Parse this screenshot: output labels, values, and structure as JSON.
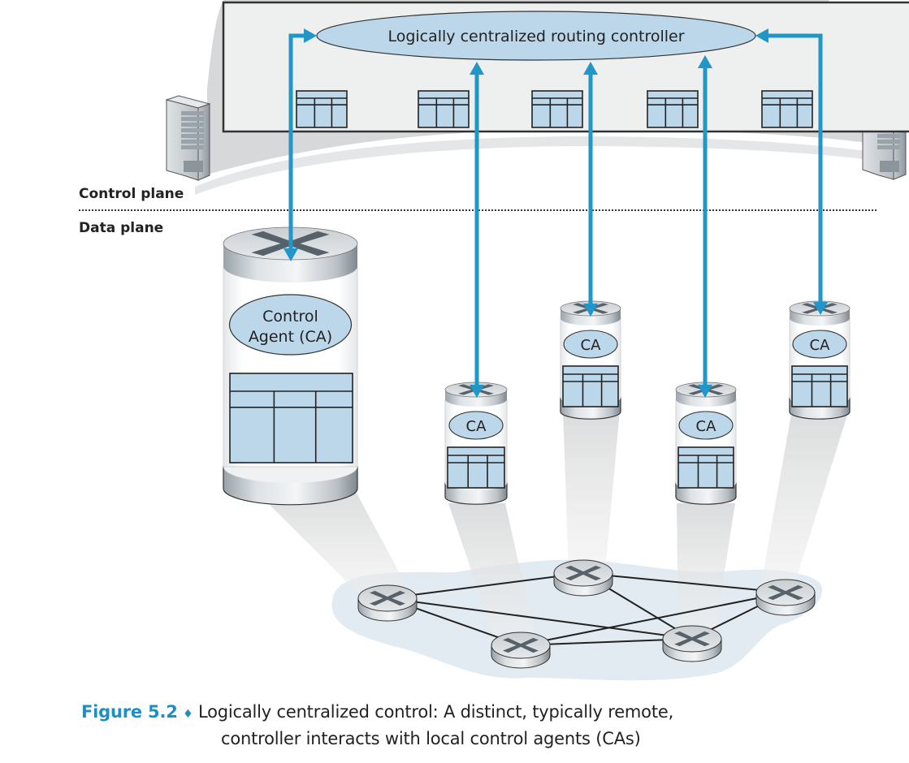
{
  "figure": {
    "number_label": "Figure 5.2",
    "separator": "♦",
    "caption_line1": "Logically centralized control: A distinct, typically remote,",
    "caption_line2": "controller interacts with local control agents (CAs)"
  },
  "controller": {
    "label": "Logically centralized routing controller",
    "table_count": 5
  },
  "planes": {
    "control": "Control plane",
    "data": "Data plane"
  },
  "agents": [
    {
      "id": "main",
      "line1": "Control",
      "line2": "Agent (CA)"
    },
    {
      "id": "ca1",
      "label": "CA"
    },
    {
      "id": "ca2",
      "label": "CA"
    },
    {
      "id": "ca3",
      "label": "CA"
    },
    {
      "id": "ca4",
      "label": "CA"
    }
  ],
  "network": {
    "routers": [
      "r-left",
      "r-top",
      "r-right",
      "r-bottom-mid",
      "r-bottom-right"
    ],
    "links": [
      [
        "r-left",
        "r-top"
      ],
      [
        "r-left",
        "r-bottom-right"
      ],
      [
        "r-left",
        "r-bottom-mid"
      ],
      [
        "r-top",
        "r-right"
      ],
      [
        "r-top",
        "r-bottom-right"
      ],
      [
        "r-bottom-mid",
        "r-right"
      ],
      [
        "r-bottom-mid",
        "r-bottom-right"
      ],
      [
        "r-bottom-right",
        "r-right"
      ]
    ]
  },
  "colors": {
    "arrow": "#2196c8",
    "ellipse_fill": "#bcd7ea",
    "table_fill": "#bcd7ea",
    "caption_accent": "#1e8fc6",
    "cloud": "#e2ebf1"
  }
}
